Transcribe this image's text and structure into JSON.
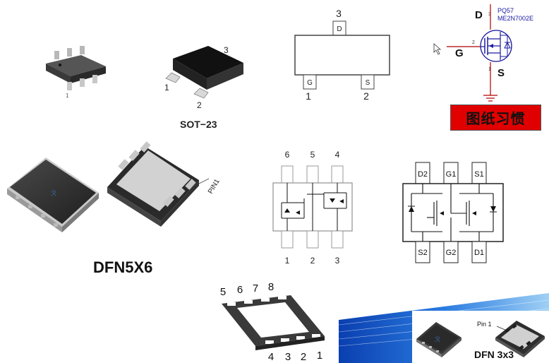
{
  "labels": {
    "sot23": "SOT−23",
    "dfn5x6": "DFN5X6",
    "dfn3x3": "DFN 3x3",
    "pin1_dfn5x6": "PIN1",
    "pin1_dfn3x3": "Pin 1"
  },
  "sot23_3d": {
    "pin1": "1",
    "pin2": "2",
    "pin3": "3",
    "small_pin": "1"
  },
  "sot23_schematic": {
    "top_num": "3",
    "bottom_left_num": "1",
    "bottom_right_num": "2",
    "top_pad": "D",
    "left_pad": "G",
    "right_pad": "S"
  },
  "mosfet": {
    "drain": "D",
    "gate": "G",
    "source": "S",
    "ref": "PQ57",
    "part": "ME2N7002E",
    "pin_d": "3",
    "pin_g": "2",
    "pin_s": "1",
    "banner": "图纸习惯"
  },
  "sot6_schematic": {
    "top": [
      "6",
      "5",
      "4"
    ],
    "bottom": [
      "1",
      "2",
      "3"
    ]
  },
  "dual_schematic": {
    "top": [
      "D2",
      "G1",
      "S1"
    ],
    "bottom": [
      "S2",
      "G2",
      "D1"
    ]
  },
  "dfn_outline": {
    "top_pins": [
      "5",
      "6",
      "7",
      "8"
    ],
    "bottom_pins": [
      "4",
      "3",
      "2",
      "1"
    ]
  }
}
